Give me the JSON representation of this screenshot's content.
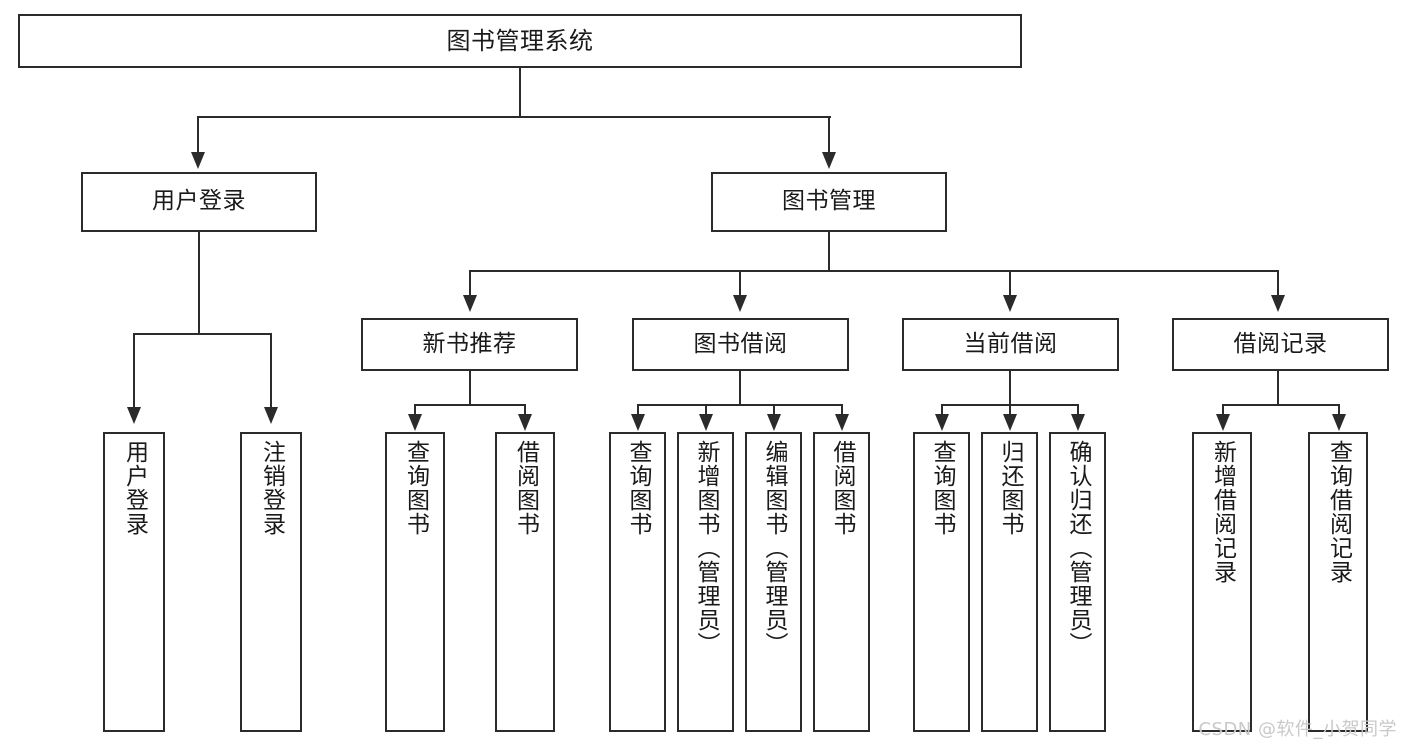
{
  "diagram": {
    "title": "图书管理系统",
    "type": "hierarchy-tree",
    "root": {
      "id": "root",
      "label": "图书管理系统"
    },
    "level2": [
      {
        "id": "user-login",
        "label": "用户登录"
      },
      {
        "id": "book-manage",
        "label": "图书管理"
      }
    ],
    "level3": [
      {
        "id": "new-book-recommend",
        "label": "新书推荐"
      },
      {
        "id": "book-borrow",
        "label": "图书借阅"
      },
      {
        "id": "current-borrow",
        "label": "当前借阅"
      },
      {
        "id": "borrow-record",
        "label": "借阅记录"
      }
    ],
    "leaves": {
      "user_login": [
        {
          "id": "leaf-user-login",
          "label": "用户登录"
        },
        {
          "id": "leaf-logout-login",
          "label": "注销登录"
        }
      ],
      "new_book_recommend": [
        {
          "id": "leaf-query-book-1",
          "label": "查询图书"
        },
        {
          "id": "leaf-borrow-book-1",
          "label": "借阅图书"
        }
      ],
      "book_borrow": [
        {
          "id": "leaf-query-book-2",
          "label": "查询图书"
        },
        {
          "id": "leaf-add-book",
          "label": "新增图书（管理员）"
        },
        {
          "id": "leaf-edit-book",
          "label": "编辑图书（管理员）"
        },
        {
          "id": "leaf-borrow-book-2",
          "label": "借阅图书"
        }
      ],
      "current_borrow": [
        {
          "id": "leaf-query-book-3",
          "label": "查询图书"
        },
        {
          "id": "leaf-return-book",
          "label": "归还图书"
        },
        {
          "id": "leaf-confirm-return",
          "label": "确认归还（管理员）"
        }
      ],
      "borrow_record": [
        {
          "id": "leaf-add-record",
          "label": "新增借阅记录"
        },
        {
          "id": "leaf-query-record",
          "label": "查询借阅记录"
        }
      ]
    },
    "colors": {
      "stroke": "#2b2b2b",
      "fill": "#ffffff",
      "text": "#1a1a1a",
      "watermark": "#c9c9c9"
    }
  },
  "watermark": {
    "text": "CSDN @软件_小贺同学"
  }
}
